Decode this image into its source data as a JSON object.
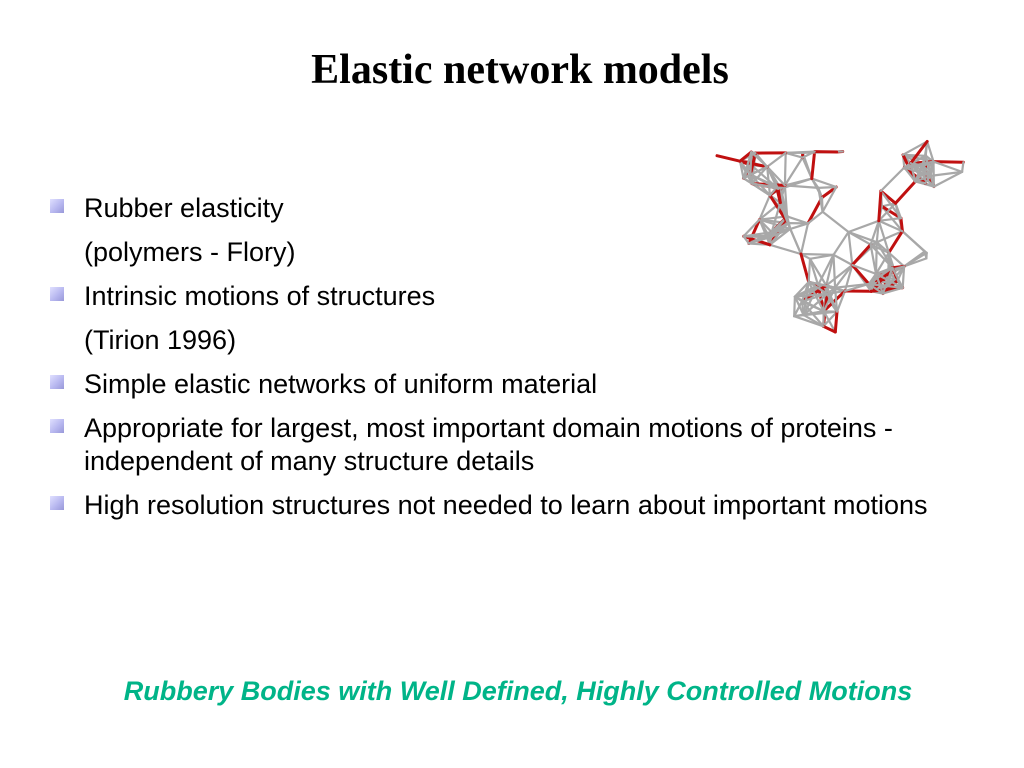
{
  "slide": {
    "title": "Elastic network models",
    "bullets": [
      {
        "text": "Rubber elasticity",
        "sub": "(polymers - Flory)"
      },
      {
        "text": "Intrinsic motions of structures",
        "sub": "(Tirion 1996)"
      },
      {
        "text": "Simple elastic networks of uniform material"
      },
      {
        "text": "Appropriate for largest, most important domain motions of proteins - independent of many structure details"
      },
      {
        "text": "High resolution structures not needed to learn about important motions"
      }
    ],
    "tagline": "Rubbery Bodies with Well Defined, Highly Controlled Motions",
    "colors": {
      "bullet": "#b8b8f0",
      "tagline": "#00b488",
      "network_strut": "#a8a8a8",
      "network_bond": "#c01010"
    }
  }
}
